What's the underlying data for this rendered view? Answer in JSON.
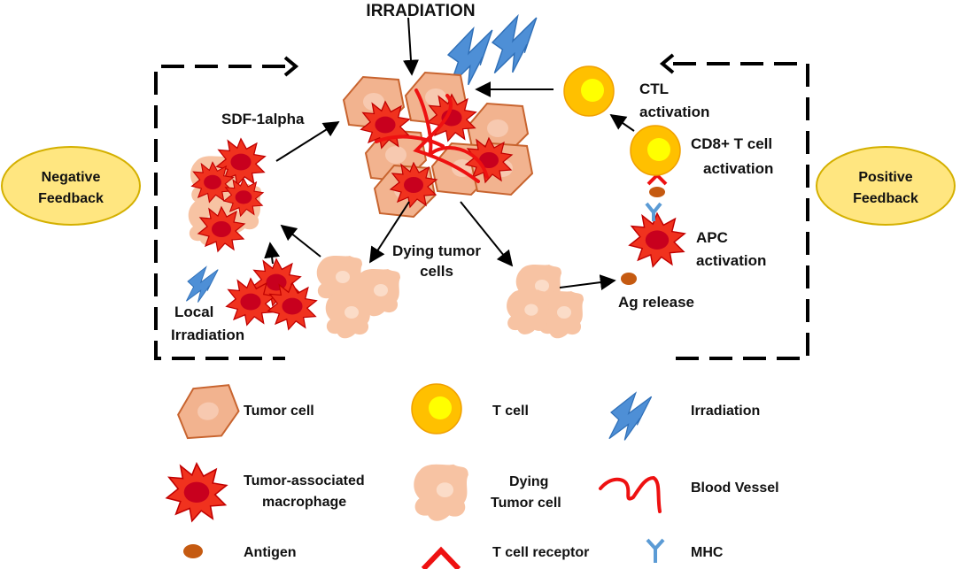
{
  "top_label": "IRRADIATION",
  "labels": {
    "sdf": "SDF-1alpha",
    "ctl_1": "CTL",
    "ctl_2": "activation",
    "cd8_1": "CD8+ T cell",
    "cd8_2": "activation",
    "apc_1": "APC",
    "apc_2": "activation",
    "ag_release": "Ag release",
    "dying_1": "Dying tumor",
    "dying_2": "cells",
    "local_1": "Local",
    "local_2": "Irradiation"
  },
  "feedback": {
    "negative_1": "Negative",
    "negative_2": "Feedback",
    "positive_1": "Positive",
    "positive_2": "Feedback"
  },
  "legend": {
    "tumor_cell": "Tumor cell",
    "t_cell": "T cell",
    "irradiation": "Irradiation",
    "tam_1": "Tumor-associated",
    "tam_2": "macrophage",
    "dying_1": "Dying",
    "dying_2": "Tumor cell",
    "blood_vessel": "Blood Vessel",
    "antigen": "Antigen",
    "tcr": "T cell receptor",
    "mhc": "MHC"
  },
  "colors": {
    "tumor_fill": "#f2b38f",
    "tumor_stroke": "#c8642f",
    "tumor_nucleus": "#f7c9b0",
    "macrophage_fill": "#f0321e",
    "macrophage_nucleus": "#c8001e",
    "dying_fill": "#f7c3a3",
    "t_cell_outer": "#ffc000",
    "t_cell_inner": "#ffff00",
    "bolt": "#4e8fd6",
    "vessel": "#ee1111",
    "antigen": "#c55a11",
    "mhc": "#5b9bd5",
    "feedback_fill": "#ffe680",
    "feedback_stroke": "#d4b000"
  },
  "icons": [
    "tumor-cell-icon",
    "macrophage-icon",
    "dying-cell-icon",
    "t-cell-icon",
    "lightning-icon",
    "blood-vessel-icon",
    "antigen-icon",
    "mhc-icon",
    "tcr-icon"
  ]
}
